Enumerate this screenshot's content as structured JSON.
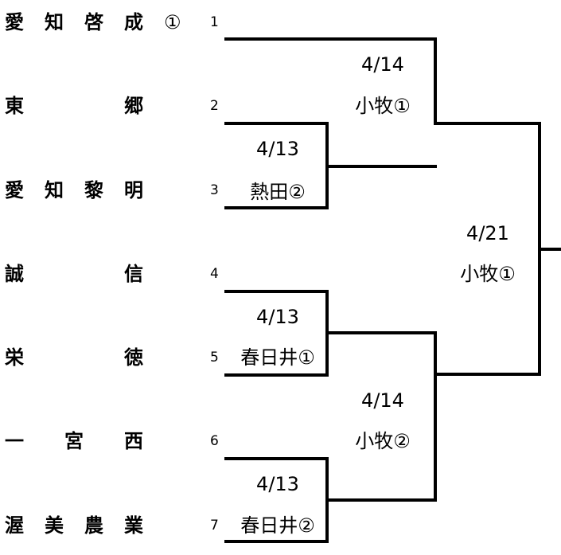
{
  "teams": [
    {
      "seed": "1",
      "chars": [
        "愛",
        "知",
        "啓",
        "成"
      ],
      "mark": "①"
    },
    {
      "seed": "2",
      "chars": [
        "東",
        "郷"
      ],
      "mark": ""
    },
    {
      "seed": "3",
      "chars": [
        "愛",
        "知",
        "黎",
        "明"
      ],
      "mark": ""
    },
    {
      "seed": "4",
      "chars": [
        "誠",
        "信"
      ],
      "mark": ""
    },
    {
      "seed": "5",
      "chars": [
        "栄",
        "徳"
      ],
      "mark": ""
    },
    {
      "seed": "6",
      "chars": [
        "一",
        "宮",
        "西"
      ],
      "mark": ""
    },
    {
      "seed": "7",
      "chars": [
        "渥",
        "美",
        "農",
        "業"
      ],
      "mark": ""
    }
  ],
  "matches": {
    "m23": {
      "date": "4/13",
      "venue": "熱田②"
    },
    "m45": {
      "date": "4/13",
      "venue": "春日井①"
    },
    "m67": {
      "date": "4/13",
      "venue": "春日井②"
    },
    "mA": {
      "date": "4/14",
      "venue": "小牧①"
    },
    "mB": {
      "date": "4/14",
      "venue": "小牧②"
    },
    "mF": {
      "date": "4/21",
      "venue": "小牧①"
    }
  }
}
